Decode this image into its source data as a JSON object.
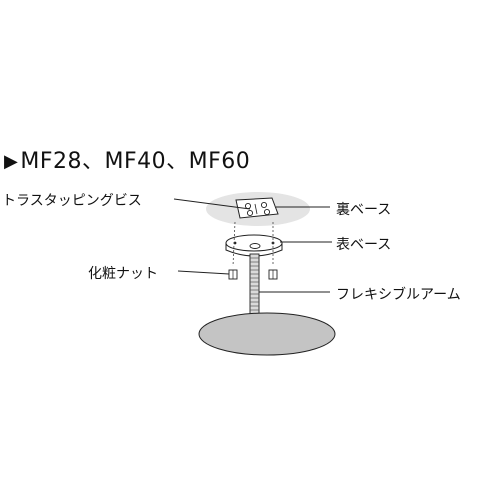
{
  "heading": {
    "marker": "▶",
    "models": "MF28、MF40、MF60"
  },
  "labels": {
    "truss_tapping_screw": "トラスタッピングビス",
    "back_base": "裏ベース",
    "front_base": "表ベース",
    "decorative_nut": "化粧ナット",
    "flexible_arm": "フレキシブルアーム"
  }
}
